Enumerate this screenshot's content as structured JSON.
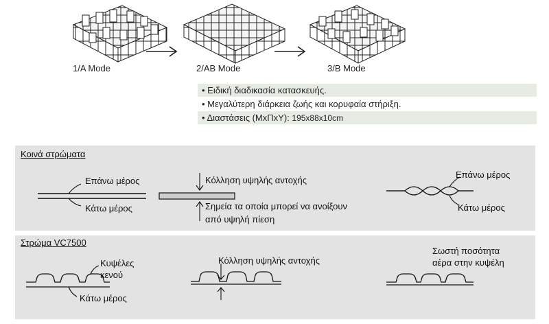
{
  "modes": [
    {
      "label": "1/A Mode"
    },
    {
      "label": "2/AB Mode"
    },
    {
      "label": "3/B Mode"
    }
  ],
  "features": [
    {
      "text": "• Ειδική διαδικασία κατασκευής."
    },
    {
      "text": "• Μεγαλύτερη διάρκεια ζωής και κορυφαία στήριξη."
    },
    {
      "text": "• Διαστάσεις (ΜxΠxΥ):",
      "value": "195x88x10cm"
    }
  ],
  "common": {
    "title": "Κοινά στρώματα",
    "top_part": "Επάνω μέρος",
    "bottom_part": "Κάτω μέρος",
    "glue_label": "Κόλληση υψηλής αντοχής",
    "weak_points_line1": "Σημεία τα οποία μπορεί να ανοίξουν",
    "weak_points_line2": "από υψηλή πίεση",
    "top_part_2": "Επάνω μέρος",
    "bottom_part_2": "Κάτω μέρος"
  },
  "vc7500": {
    "title": "Στρώμα VC7500",
    "cells_line1": "Κυψέλες",
    "cells_line2": "κενού",
    "bottom_part": "Κάτω μέρος",
    "glue_label": "Κόλληση υψηλής αντοχής",
    "air_line1": "Σωστή ποσότητα",
    "air_line2": "αέρα στην κυψέλη"
  },
  "colors": {
    "panel_bg": "#e3e3e3",
    "bullet_shade": "#e6ece4"
  }
}
